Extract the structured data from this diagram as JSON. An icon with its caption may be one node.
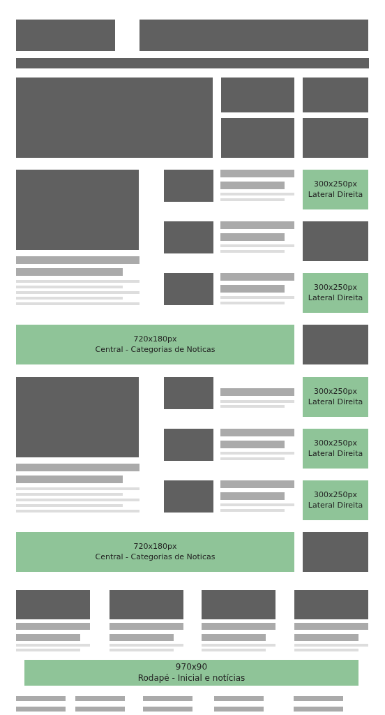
{
  "diagram": {
    "nodes": [
      {
        "text": [
          "300x250px",
          "Lateral Direita"
        ]
      },
      {
        "text": [
          "300x250px",
          "Lateral Direita"
        ]
      },
      {
        "text": [
          "720x180px",
          "Central - Categorias de Noticas"
        ]
      },
      {
        "text": [
          "300x250px",
          "Lateral Direita"
        ]
      },
      {
        "text": [
          "300x250px",
          "Lateral Direita"
        ]
      },
      {
        "text": [
          "300x250px",
          "Lateral Direita"
        ]
      },
      {
        "text": [
          "720x180px",
          "Central - Categorias de Noticas"
        ]
      },
      {
        "text": [
          "970x90",
          "Rodapé - Inicial e notícias"
        ]
      }
    ]
  }
}
